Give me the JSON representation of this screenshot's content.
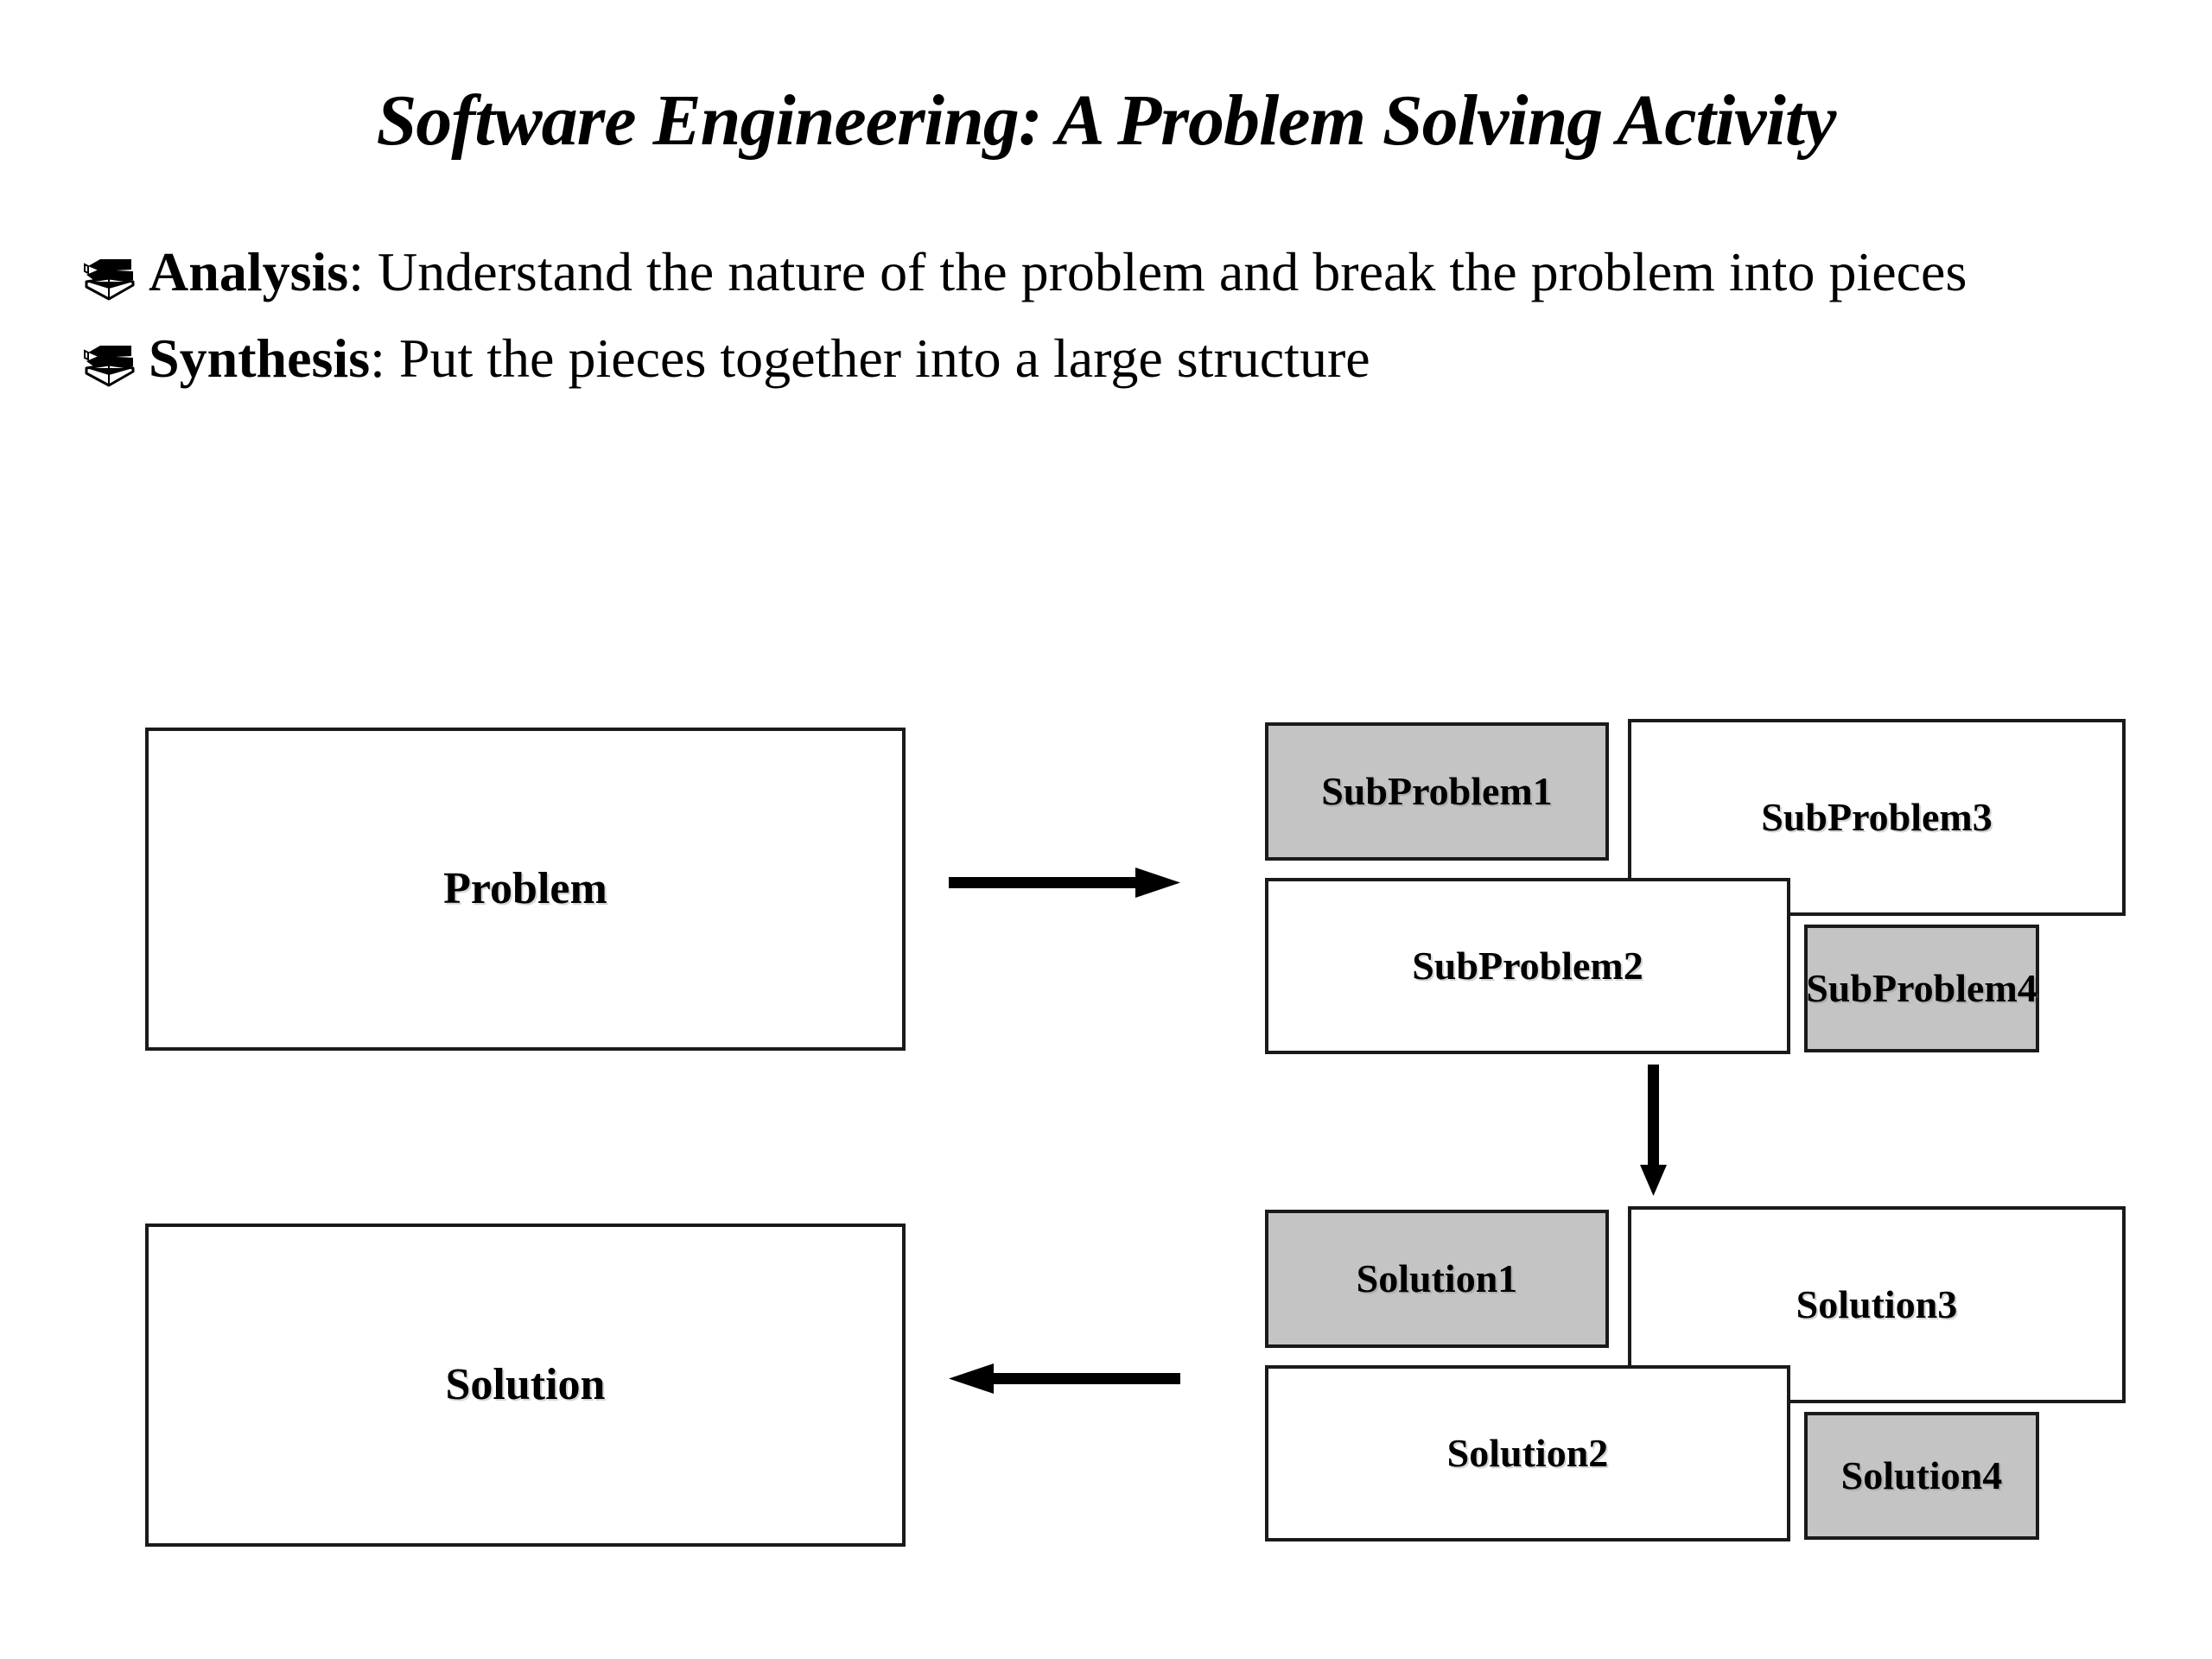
{
  "slide": {
    "title": "Software Engineering: A Problem Solving Activity",
    "background_color": "#ffffff",
    "text_color": "#000000"
  },
  "bullets": [
    {
      "icon": "stack-of-books-icon",
      "lead": "Analysis",
      "rest": ": Understand the nature of the problem and break the problem into pieces"
    },
    {
      "icon": "stack-of-books-icon",
      "lead": "Synthesis",
      "rest": ": Put the pieces together into a large structure"
    }
  ],
  "diagram": {
    "fill_gray": "#c4c4c4",
    "fill_white": "#ffffff",
    "stroke": "#1a1a1a",
    "problem": {
      "label": "Problem",
      "fill": "white"
    },
    "solution": {
      "label": "Solution",
      "fill": "white"
    },
    "subproblems": [
      {
        "label": "SubProblem1",
        "fill": "gray"
      },
      {
        "label": "SubProblem2",
        "fill": "white"
      },
      {
        "label": "SubProblem3",
        "fill": "white"
      },
      {
        "label": "SubProblem4",
        "fill": "gray"
      }
    ],
    "solutions": [
      {
        "label": "Solution1",
        "fill": "gray"
      },
      {
        "label": "Solution2",
        "fill": "white"
      },
      {
        "label": "Solution3",
        "fill": "white"
      },
      {
        "label": "Solution4",
        "fill": "gray"
      }
    ],
    "arrows": [
      {
        "name": "problem-to-subproblems",
        "direction": "right"
      },
      {
        "name": "subproblems-to-solutions",
        "direction": "down"
      },
      {
        "name": "solutions-to-solution",
        "direction": "left"
      }
    ]
  }
}
